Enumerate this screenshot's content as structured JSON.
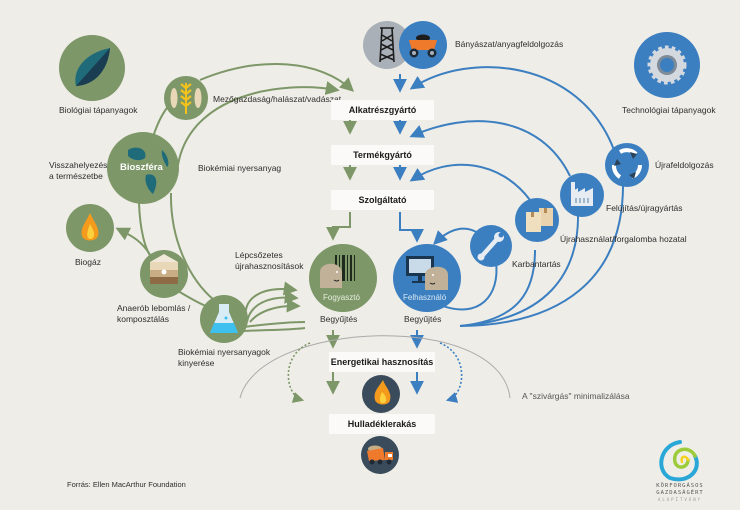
{
  "colors": {
    "background": "#efede7",
    "bio_green": "#7d9768",
    "bio_green_dark": "#6f8a5c",
    "tech_blue": "#3b7fc1",
    "dark_circle": "#3a4c5c",
    "grey_circle": "#a9b0b8",
    "box_fill": "#fbfaf8"
  },
  "left_side": {
    "biological_nutrients": "Biológiai tápanyagok",
    "agriculture": "Mezőgazdaság/halászat/vadászat",
    "restoration": [
      "Visszahelyezés",
      "a természetbe"
    ],
    "biosphere": "Bioszféra",
    "biochemical_feedstock": "Biokémiai nyersanyag",
    "biogas": "Biogáz",
    "anaerobic": [
      "Anaerób lebomlás /",
      "komposztálás"
    ],
    "extraction": [
      "Biokémiai nyersanyagok",
      "kinyerése"
    ],
    "cascades": [
      "Lépcsőzetes",
      "újrahasznosítások"
    ],
    "consumer": "Fogyasztó",
    "collection_left": "Begyűjtés"
  },
  "center": {
    "mining": "Bányászat/anyagfeldolgozás",
    "parts_manufacturer": "Alkatrészgyártó",
    "product_manufacturer": "Termékgyártó",
    "service_provider": "Szolgáltató",
    "energy_recovery": "Energetikai hasznosítás",
    "landfill": "Hulladéklerakás"
  },
  "right_side": {
    "technical_nutrients": "Technológiai tápanyagok",
    "recycling": "Újrafeldolgozás",
    "refurbish": "Felújítás/újragyártás",
    "reuse": "Újrahasználat/forgalomba hozatal",
    "maintenance": "Karbantartás",
    "user": "Felhasználó",
    "collection_right": "Begyűjtés",
    "leakage": "A \"szivárgás\" minimalizálása"
  },
  "footer": {
    "source": "Forrás: Ellen MacArthur Foundation",
    "logo_line1": "KÖRFORGÁSOS",
    "logo_line2": "GAZDASÁGÉRT",
    "logo_line3": "ALAPÍTVÁNY"
  },
  "icons": {
    "leaf": "leaf-icon",
    "wheat_fish": "wheat-fish-icon",
    "globe": "globe-icon",
    "flame": "flame-icon",
    "compost": "compost-icon",
    "flask": "flask-icon",
    "barcode_person": "barcode-person-icon",
    "monitor_person": "monitor-person-icon",
    "oil_rig": "oil-rig-icon",
    "mining_truck": "mining-truck-icon",
    "gear": "gear-icon",
    "recycle": "recycle-icon",
    "factory": "factory-icon",
    "boxes": "boxes-icon",
    "wrench": "wrench-icon",
    "dump_truck": "dump-truck-icon"
  }
}
